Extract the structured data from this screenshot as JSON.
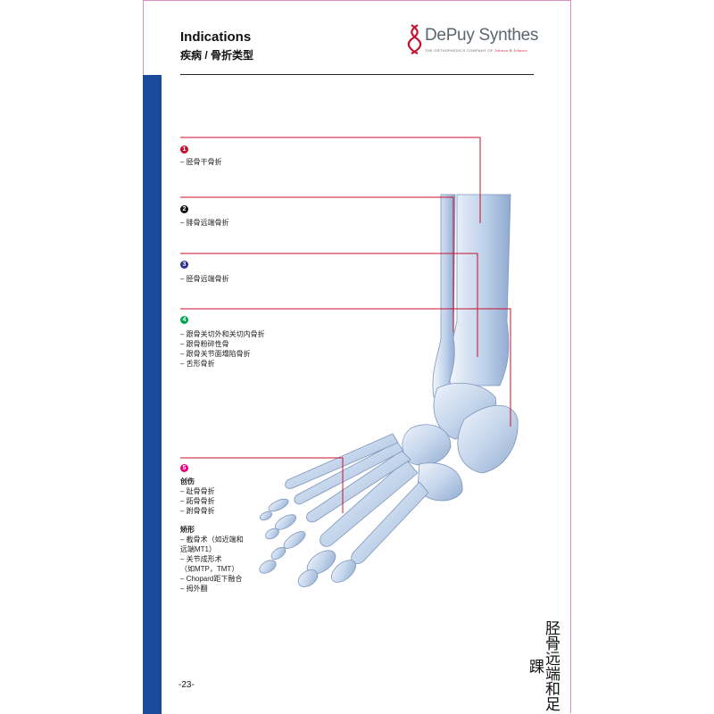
{
  "header": {
    "title": "Indications",
    "subtitle": "疾病 / 骨折类型"
  },
  "logo": {
    "brand": "DePuy Synthes",
    "tagline": "THE ORTHOPAEDICS COMPANY OF",
    "parent": "Johnson & Johnson"
  },
  "colors": {
    "marker_1": "#c8102e",
    "marker_2": "#111111",
    "marker_3": "#2e3192",
    "marker_4": "#00a651",
    "marker_5": "#e6007e",
    "callout_line": "#c8102e",
    "side_band": "#1a4a9c"
  },
  "indications": [
    {
      "marker": "1",
      "lines": [
        "– 胫骨干骨折"
      ]
    },
    {
      "marker": "2",
      "lines": [
        "– 腓骨远端骨折"
      ]
    },
    {
      "marker": "3",
      "lines": [
        "– 胫骨远端骨折"
      ]
    },
    {
      "marker": "4",
      "lines": [
        "– 跟骨关切外和关切内骨折",
        "– 跟骨粉碎性骨",
        "– 跟骨关节面塌陷骨折",
        "– 舌形骨折"
      ]
    },
    {
      "marker": "5",
      "group1_heading": "创伤",
      "group1_lines": [
        "– 趾骨骨折",
        "– 跖骨骨折",
        "– 跗骨骨折"
      ],
      "group2_heading": "矫形",
      "group2_lines": [
        "– 截骨术（如近端和",
        "   远端MT1）",
        "– 关节成形术",
        "   （如MTP，TMT）",
        "– Chopard距下融合",
        "– 拇外翻"
      ]
    }
  ],
  "side_title": "胫骨远端和足踝",
  "page_number": "-23-"
}
